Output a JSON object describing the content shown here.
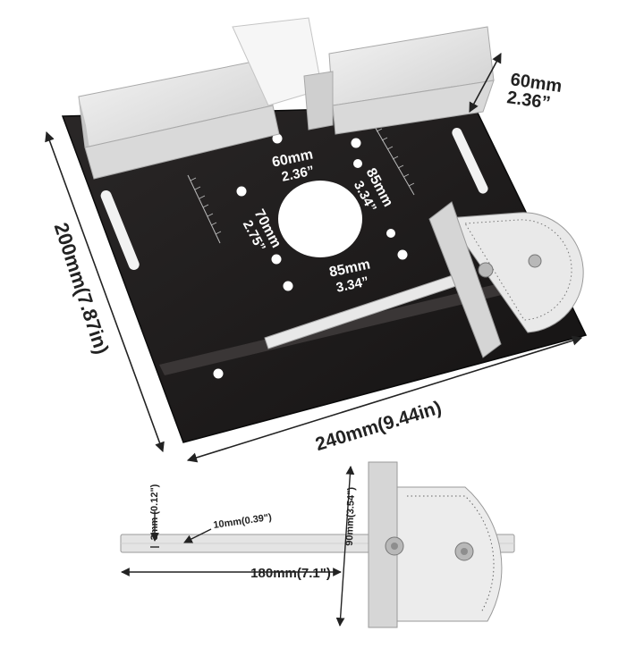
{
  "labels": {
    "fence_height_mm": "60mm",
    "fence_height_in": "2.36”",
    "plate_depth": "200mm(7.87in)",
    "plate_width": "240mm(9.44in)",
    "hole_spacing_top_mm": "60mm",
    "hole_spacing_top_in": "2.36”",
    "hole_spacing_right_mm": "85mm",
    "hole_spacing_right_in": "3.34”",
    "hole_spacing_left_mm": "70mm",
    "hole_spacing_left_in": "2.75”",
    "hole_spacing_bottom_mm": "85mm",
    "hole_spacing_bottom_in": "3.34”",
    "gauge_bar_thickness": "3mm (0.12\")",
    "gauge_bar_width": "10mm(0.39\")",
    "gauge_head_height": "90mm(3.54\")",
    "gauge_bar_length": "180mm(7.1\")"
  },
  "colors": {
    "plate": "#1c1a1a",
    "aluminum": "#e6e6e6",
    "aluminum_shadow": "#bdbdbd",
    "dimension_line": "#222222"
  }
}
